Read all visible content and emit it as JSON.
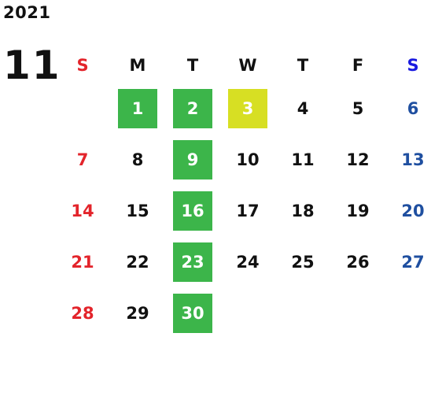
{
  "year": "2021",
  "month": "11",
  "colors": {
    "sunday_header": "#e3242b",
    "saturday_header": "#1a1ae0",
    "sunday": "#e3242b",
    "saturday": "#1f4fa0",
    "default": "#111111",
    "green_highlight": "#3cb54a",
    "yellow_highlight": "#d7df23"
  },
  "weekdays": [
    "S",
    "M",
    "T",
    "W",
    "T",
    "F",
    "S"
  ],
  "weeks": [
    [
      null,
      {
        "day": "1",
        "highlight": "green"
      },
      {
        "day": "2",
        "highlight": "green"
      },
      {
        "day": "3",
        "highlight": "yellow"
      },
      {
        "day": "4"
      },
      {
        "day": "5"
      },
      {
        "day": "6"
      }
    ],
    [
      {
        "day": "7"
      },
      {
        "day": "8"
      },
      {
        "day": "9",
        "highlight": "green"
      },
      {
        "day": "10"
      },
      {
        "day": "11"
      },
      {
        "day": "12"
      },
      {
        "day": "13"
      }
    ],
    [
      {
        "day": "14"
      },
      {
        "day": "15"
      },
      {
        "day": "16",
        "highlight": "green"
      },
      {
        "day": "17"
      },
      {
        "day": "18"
      },
      {
        "day": "19"
      },
      {
        "day": "20"
      }
    ],
    [
      {
        "day": "21"
      },
      {
        "day": "22"
      },
      {
        "day": "23",
        "highlight": "green"
      },
      {
        "day": "24"
      },
      {
        "day": "25"
      },
      {
        "day": "26"
      },
      {
        "day": "27"
      }
    ],
    [
      {
        "day": "28"
      },
      {
        "day": "29"
      },
      {
        "day": "30",
        "highlight": "green"
      },
      null,
      null,
      null,
      null
    ]
  ]
}
